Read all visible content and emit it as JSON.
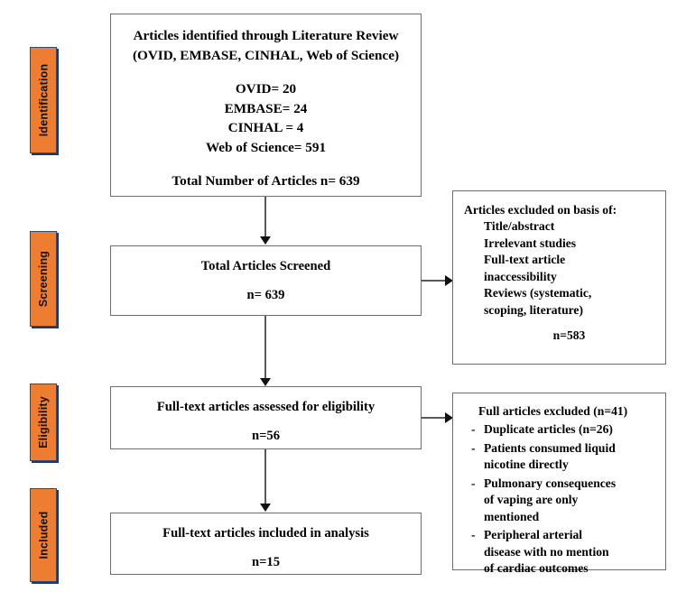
{
  "diagram": {
    "title": "PRISMA Flow Diagram",
    "accent_orange": "#ED7D31",
    "accent_border": "#1F3864",
    "box_border": "#6e6e6e"
  },
  "stages": [
    {
      "id": "identification",
      "label": "Identification"
    },
    {
      "id": "screening",
      "label": "Screening"
    },
    {
      "id": "eligibility",
      "label": "Eligibility"
    },
    {
      "id": "included",
      "label": "Included"
    }
  ],
  "boxes": {
    "identification": {
      "heading_line1": "Articles identified through Literature Review",
      "heading_line2": "(OVID, EMBASE, CINHAL, Web of Science)",
      "source_1": "OVID= 20",
      "source_2": "EMBASE= 24",
      "source_3": "CINHAL = 4",
      "source_4": "Web of Science= 591",
      "total": "Total Number of Articles n= 639"
    },
    "screened": {
      "heading": "Total Articles Screened",
      "count": "n= 639"
    },
    "excluded_screening": {
      "heading": "Articles excluded on basis of:",
      "reason_1": "Title/abstract",
      "reason_2": "Irrelevant studies",
      "reason_3": "Full-text article",
      "reason_3b": "inaccessibility",
      "reason_4": "Reviews (systematic,",
      "reason_4b": "scoping, literature)",
      "count": "n=583"
    },
    "eligibility": {
      "heading": "Full-text articles assessed for eligibility",
      "count": "n=56"
    },
    "excluded_eligibility": {
      "heading": "Full articles excluded (n=41)",
      "dash": "-",
      "items": [
        {
          "text_1": "Duplicate articles (n=26)",
          "text_2": "",
          "text_3": ""
        },
        {
          "text_1": "Patients consumed liquid",
          "text_2": "nicotine directly",
          "text_3": ""
        },
        {
          "text_1": "Pulmonary consequences",
          "text_2": "of vaping are only",
          "text_3": "mentioned"
        },
        {
          "text_1": "Peripheral arterial",
          "text_2": "disease with no mention",
          "text_3": "of cardiac outcomes"
        }
      ]
    },
    "included": {
      "heading": "Full-text articles included in analysis",
      "count": "n=15"
    }
  }
}
